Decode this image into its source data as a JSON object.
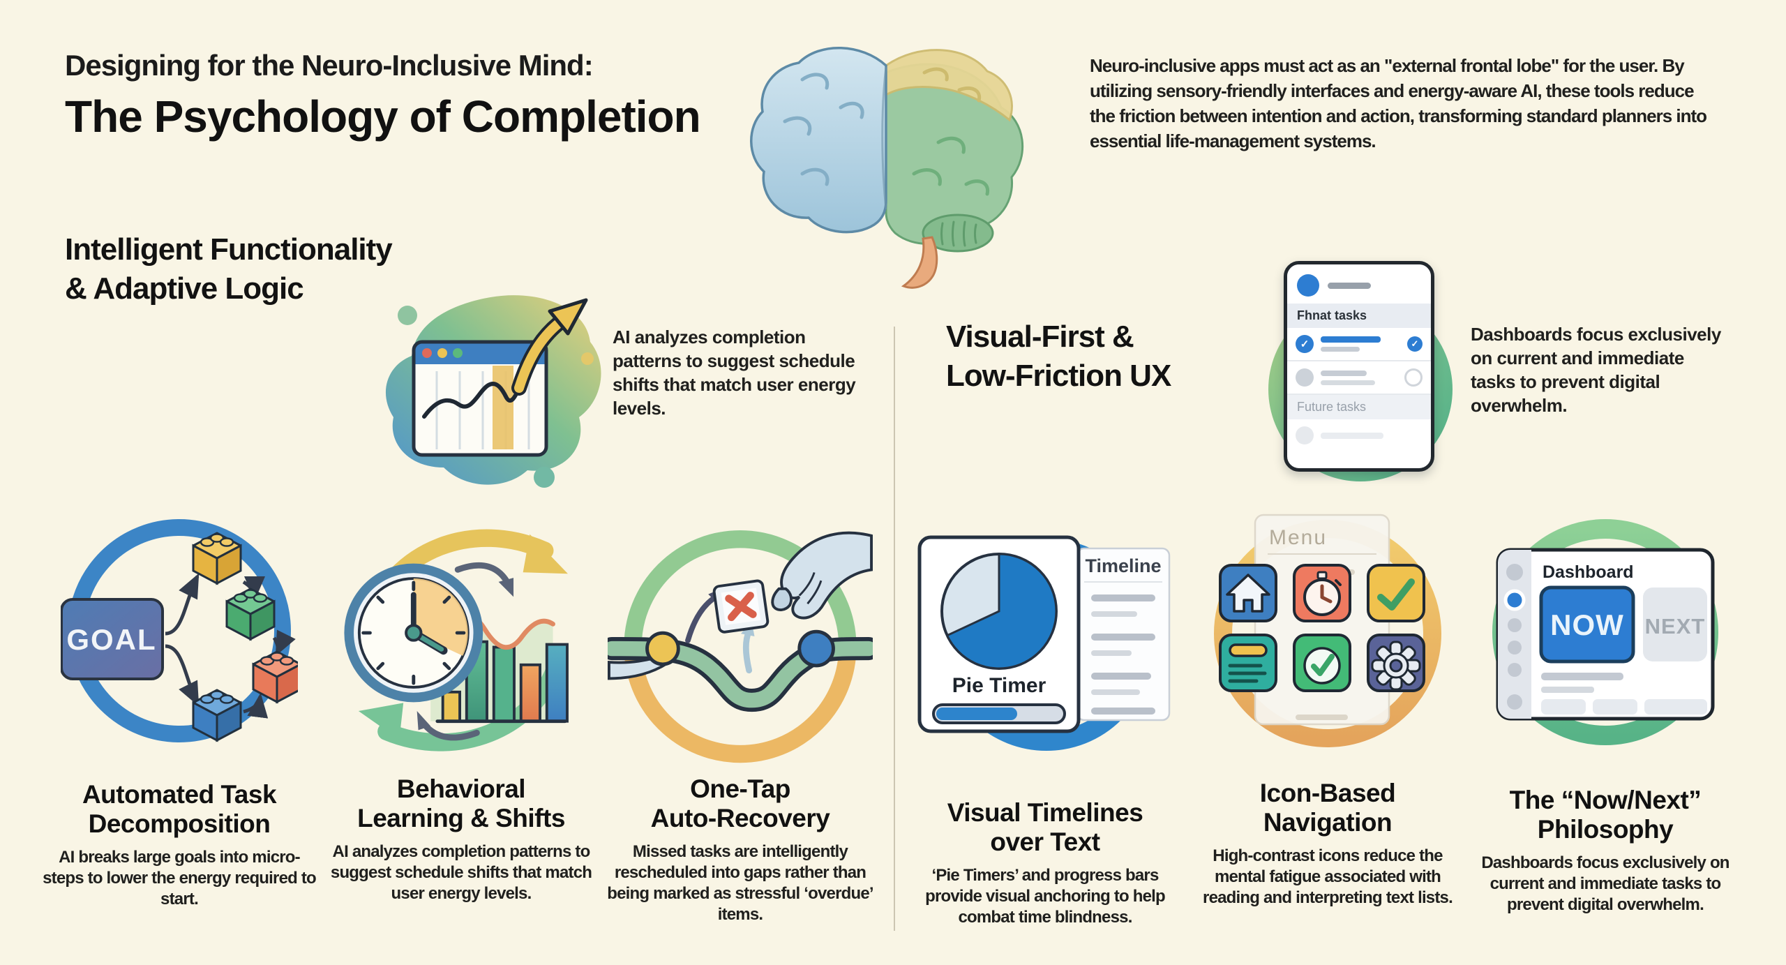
{
  "header": {
    "title_line1": "Designing for the Neuro-Inclusive Mind:",
    "title_line2": "The Psychology of Completion",
    "intro": "Neuro-inclusive apps must act as an \"external frontal lobe\" for the user. By utilizing sensory-friendly interfaces and energy-aware AI, these tools reduce the friction between intention and action, transforming standard planners into essential life-management systems."
  },
  "sections": {
    "left": {
      "heading": "Intelligent Functionality\n& Adaptive Logic",
      "blurb": "AI analyzes completion patterns to suggest schedule shifts that match user energy levels."
    },
    "right": {
      "heading": "Visual-First &\nLow-Friction UX",
      "blurb": "Dashboards focus exclusively on current and immediate tasks to prevent digital overwhelm."
    }
  },
  "phone": {
    "current_section_label": "Fhnat tasks",
    "future_section_label": "Future tasks"
  },
  "icon_labels": {
    "goal": "GOAL",
    "pie_timer": "Pie Timer",
    "timeline": "Timeline",
    "menu": "Menu",
    "dashboard": "Dashboard",
    "now": "NOW",
    "next": "NEXT"
  },
  "glyphs": {
    "check": "✓"
  },
  "features": [
    {
      "title": "Automated Task\nDecomposition",
      "description": "AI breaks large goals into micro-steps to lower the energy required to start."
    },
    {
      "title": "Behavioral\nLearning & Shifts",
      "description": "AI analyzes completion patterns to suggest schedule shifts that match user energy levels."
    },
    {
      "title": "One-Tap\nAuto-Recovery",
      "description": "Missed tasks are intelligently rescheduled into gaps rather than being marked as stressful ‘overdue’ items."
    },
    {
      "title": "Visual Timelines\nover Text",
      "description": "‘Pie Timers’ and progress bars provide visual anchoring to help combat time blindness."
    },
    {
      "title": "Icon-Based\nNavigation",
      "description": "High-contrast icons reduce the mental fatigue associated with reading and interpreting text lists."
    },
    {
      "title": "The “Now/Next”\nPhilosophy",
      "description": "Dashboards focus exclusively on current and immediate tasks to prevent digital overwhelm."
    }
  ],
  "palette": {
    "background": "#f9f5e5",
    "ink": "#1a1a1a",
    "blue": "#2d7dd2",
    "teal": "#2fae9f",
    "green": "#4db378",
    "yellow": "#ecc455",
    "orange": "#e8795a",
    "indigo": "#5a6398",
    "muted_gray": "#98a0aa"
  }
}
